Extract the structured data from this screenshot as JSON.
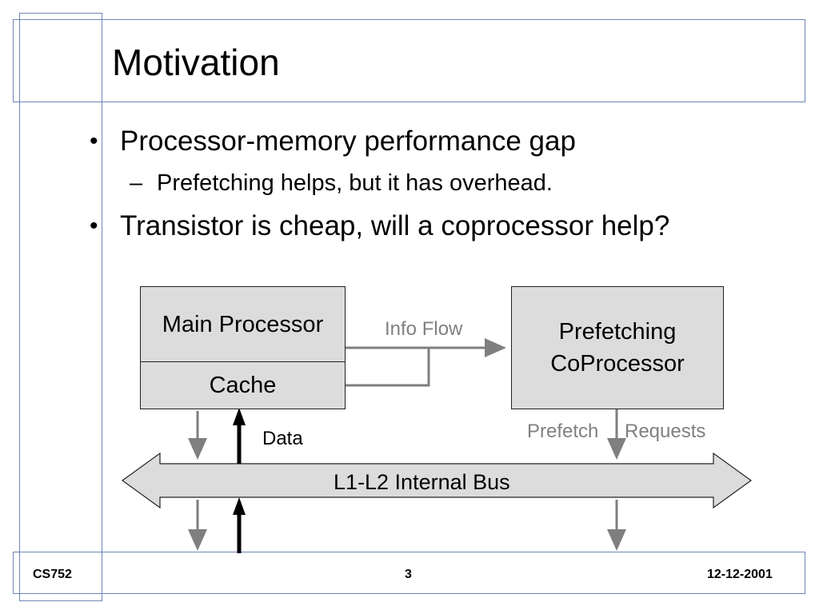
{
  "slide": {
    "title": "Motivation",
    "bullets": [
      {
        "text": "Processor-memory performance gap",
        "marker": "•"
      },
      {
        "text": "Prefetching helps, but it has overhead.",
        "marker": "–"
      },
      {
        "text": "Transistor is cheap, will a coprocessor help?",
        "marker": "•"
      }
    ]
  },
  "diagram": {
    "main_processor": "Main Processor",
    "cache": "Cache",
    "coprocessor_line1": "Prefetching",
    "coprocessor_line2": "CoProcessor",
    "info_flow": "Info Flow",
    "data": "Data",
    "prefetch_requests_1": "Prefetch",
    "prefetch_requests_2": "Requests",
    "bus": "L1-L2 Internal Bus"
  },
  "footer": {
    "course": "CS752",
    "page": "3",
    "date": "12-12-2001"
  },
  "colors": {
    "frame": "#6f86b8",
    "box_fill": "#dcdcdc",
    "gray_arrow": "#7f7f7f",
    "gray_text": "#808080"
  }
}
